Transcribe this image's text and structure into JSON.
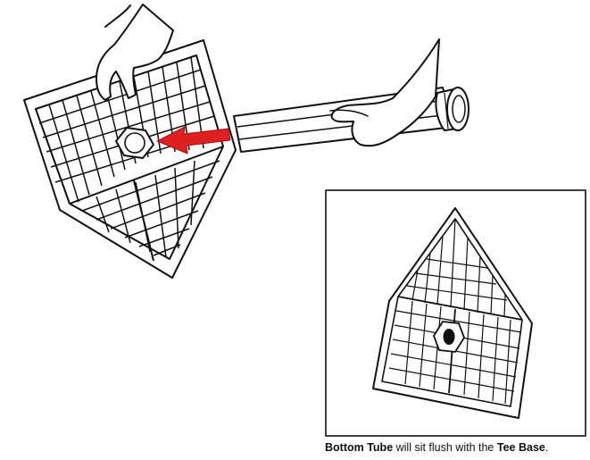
{
  "caption": {
    "part1": "Bottom Tube",
    "part2": " will sit flush with the ",
    "part3": "Tee Base",
    "part4": "."
  },
  "colors": {
    "line": "#111111",
    "arrow": "#e02020",
    "background": "#ffffff"
  },
  "icons": {
    "hand": "hand-icon",
    "arrow": "arrow-icon",
    "hex-nut": "hex-nut-icon"
  }
}
